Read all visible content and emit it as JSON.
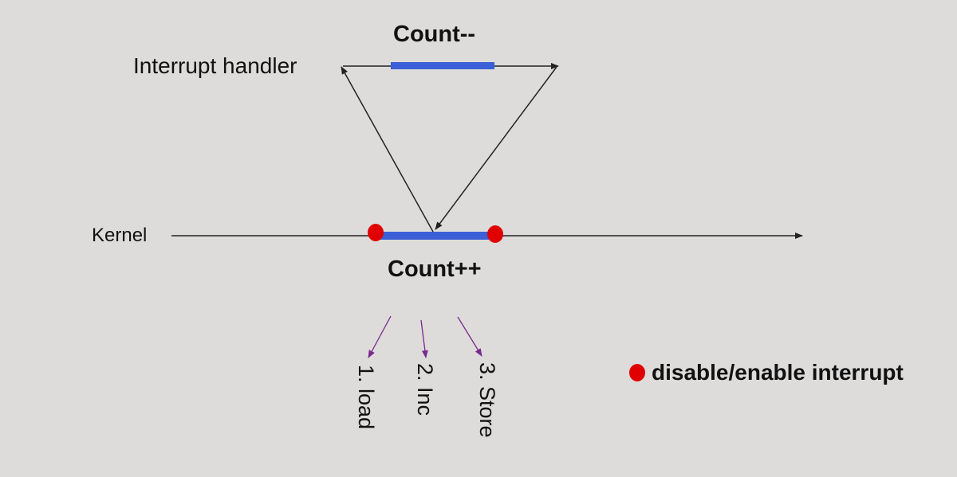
{
  "diagram": {
    "interrupt_handler_label": "Interrupt handler",
    "kernel_label": "Kernel",
    "count_decrement_label": "Count--",
    "count_increment_label": "Count++",
    "steps": [
      "1. load",
      "2. Inc",
      "3. Store"
    ],
    "legend": {
      "text": "disable/enable interrupt"
    },
    "colors": {
      "background": "#dddcdb",
      "critical_section": "#3a5fd6",
      "interrupt_marker": "#e00000",
      "step_arrow": "#7a2a8c",
      "line": "#222222"
    }
  }
}
